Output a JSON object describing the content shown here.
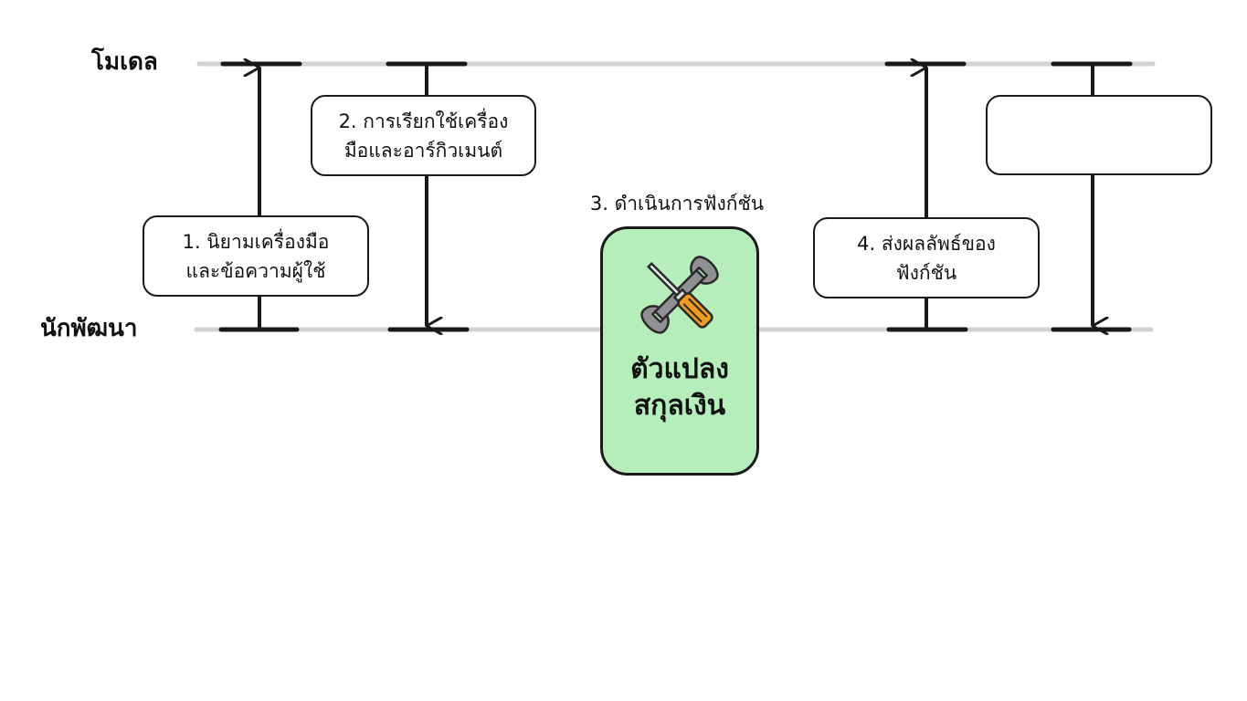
{
  "lanes": {
    "model": "โมเดล",
    "developer": "นักพัฒนา"
  },
  "steps": [
    {
      "line1": "1. นิยามเครื่องมือ",
      "line2": "และข้อความผู้ใช้"
    },
    {
      "line1": "2. การเรียกใช้เครื่อง",
      "line2": "มือและอาร์กิวเมนต์"
    },
    {
      "label": "3. ดำเนินการฟังก์ชัน"
    },
    {
      "line1": "4. ส่งผลลัพธ์ของ",
      "line2": "ฟังก์ชัน"
    },
    {
      "line1": "",
      "line2": ""
    }
  ],
  "converter": {
    "line1": "ตัวแปลง",
    "line2": "สกุลเงิน",
    "icon": "tools-icon",
    "fill_color": "#b5edbb"
  },
  "colors": {
    "lane_line": "#d3d3d6",
    "stroke": "#1a1a1a",
    "converter_fill": "#b5edbb",
    "wrench": "#8f8f94",
    "screwdriver_handle": "#f19a1f"
  }
}
